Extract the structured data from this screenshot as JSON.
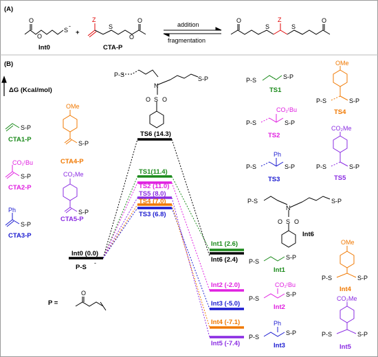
{
  "panel_a": {
    "label": "(A)",
    "reactant1": "Int0",
    "plus": "+",
    "reactant2": "CTA-P",
    "substituent_z": "Z",
    "thiolate_charge": "-",
    "arrow_top": "addition",
    "arrow_bottom": "fragmentation"
  },
  "panel_b": {
    "label": "(B)",
    "yaxis": "ΔG (Kcal/mol)",
    "p_definition": "P =",
    "reactant_level": "Int0 (0.0)",
    "reactant_species": "P-S",
    "ts6": "TS6 (14.3)",
    "transition_states": [
      {
        "label": "TS1(11.4)",
        "color": "#1a8a1a"
      },
      {
        "label": "TS2 (11.0)",
        "color": "#e020e0"
      },
      {
        "label": "TS5 (8.0)",
        "color": "#8a2be2"
      },
      {
        "label": "TS4 (7.0)",
        "color": "#f07800"
      },
      {
        "label": "TS3 (6.8)",
        "color": "#1a1ad0"
      }
    ],
    "intermediates": [
      {
        "label": "Int1 (2.6)",
        "color": "#1a8a1a"
      },
      {
        "label": "Int6 (2.4)",
        "color": "#000000"
      },
      {
        "label": "Int2 (-2.0)",
        "color": "#e020e0"
      },
      {
        "label": "Int3 (-5.0)",
        "color": "#1a1ad0"
      },
      {
        "label": "Int4 (-7.1)",
        "color": "#f07800"
      },
      {
        "label": "Int5 (-7.4)",
        "color": "#8a2be2"
      }
    ],
    "cta_labels": [
      {
        "label": "CTA1-P",
        "color": "#1a8a1a"
      },
      {
        "label": "CTA2-P",
        "color": "#e020e0"
      },
      {
        "label": "CTA3-P",
        "color": "#1a1ad0"
      },
      {
        "label": "CTA4-P",
        "color": "#f07800"
      },
      {
        "label": "CTA5-P",
        "color": "#8a2be2"
      }
    ],
    "ts_structure_labels": [
      {
        "label": "TS1",
        "color": "#1a8a1a"
      },
      {
        "label": "TS2",
        "color": "#e020e0"
      },
      {
        "label": "TS3",
        "color": "#1a1ad0"
      },
      {
        "label": "TS4",
        "color": "#f07800"
      },
      {
        "label": "TS5",
        "color": "#8a2be2"
      }
    ],
    "int_structure_labels": [
      {
        "label": "Int1",
        "color": "#1a8a1a"
      },
      {
        "label": "Int2",
        "color": "#e020e0"
      },
      {
        "label": "Int3",
        "color": "#1a1ad0"
      },
      {
        "label": "Int4",
        "color": "#f07800"
      },
      {
        "label": "Int5",
        "color": "#8a2be2"
      },
      {
        "label": "Int6",
        "color": "#000000"
      }
    ],
    "substituents": {
      "ome": "OMe",
      "co2tbu": "CO₂ᵗBu",
      "ph": "Ph",
      "co2me": "CO₂Me"
    },
    "fragments": {
      "ps": "P-S",
      "sp": "S-P",
      "s": "S",
      "n": "N",
      "o": "O",
      "so2_s": "S"
    }
  }
}
